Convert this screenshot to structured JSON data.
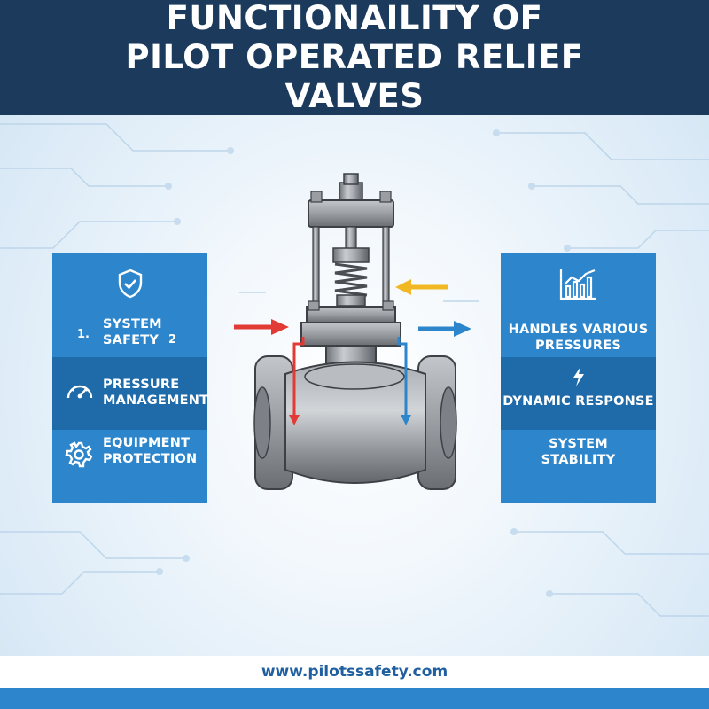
{
  "title": "FUNCTIONAILITY OF PILOT OPERATED RELIEF VALVES",
  "left_panel": {
    "items": [
      {
        "num_left": "1.",
        "label": "SYSTEM SAFETY",
        "num_right": "2",
        "icon": "shield-check-icon"
      },
      {
        "label": "PRESSURE MANAGEMENT",
        "icon": "gauge-icon"
      },
      {
        "label": "EQUIPMENT PROTECTION",
        "icon": "gear-icon"
      }
    ]
  },
  "right_panel": {
    "items": [
      {
        "label": "HANDLES VARIOUS PRESSURES",
        "icon": "bar-chart-icon"
      },
      {
        "label": "DYNAMIC RESPONSE",
        "icon": "lightning-bolt-icon"
      },
      {
        "label": "SYSTEM STABILITY"
      }
    ]
  },
  "arrows": {
    "inlet_color": "#e23a35",
    "pilot_color": "#f2b824",
    "outlet_color": "#2d86cc"
  },
  "colors": {
    "header_bg": "#1b3a5c",
    "panel_bg": "#2d86cc",
    "panel_band": "#1f6aa8",
    "url_color": "#1f5fa0"
  },
  "footer": {
    "url": "www.pilotssafety.com"
  }
}
